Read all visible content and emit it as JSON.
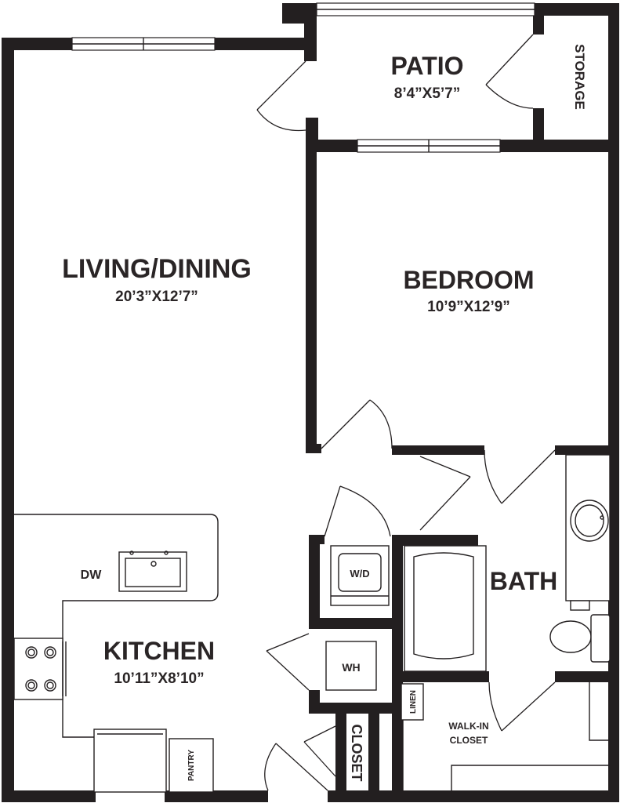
{
  "rooms": {
    "patio": {
      "name": "PATIO",
      "dims": "8’4”X5’7”"
    },
    "storage": {
      "name": "STORAGE"
    },
    "living": {
      "name": "LIVING/DINING",
      "dims": "20’3”X12’7”"
    },
    "bedroom": {
      "name": "BEDROOM",
      "dims": "10’9”X12’9”"
    },
    "bath": {
      "name": "BATH"
    },
    "kitchen": {
      "name": "KITCHEN",
      "dims": "10’11”X8’10”"
    },
    "closet": {
      "name": "CLOSET"
    },
    "walkin": {
      "line1": "WALK-IN",
      "line2": "CLOSET"
    }
  },
  "fixtures": {
    "dishwasher": "DW",
    "washer_dryer": "W/D",
    "water_heater": "WH",
    "linen": "LINEN",
    "pantry": "PANTRY"
  },
  "colors": {
    "wall": "#231f20",
    "background": "#ffffff"
  }
}
